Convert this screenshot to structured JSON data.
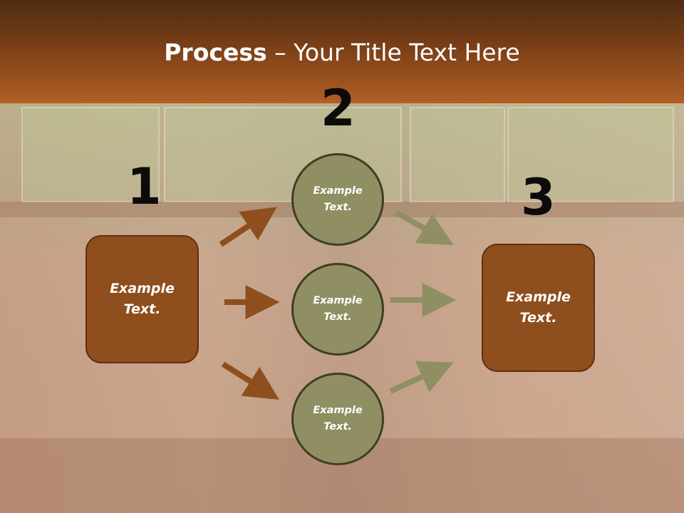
{
  "title": {
    "bold": "Process",
    "rest": " – Your Title Text Here"
  },
  "steps": {
    "n1": "1",
    "n2": "2",
    "n3": "3"
  },
  "left_box": {
    "text": "Example Text."
  },
  "circles": [
    {
      "text": "Example Text."
    },
    {
      "text": "Example Text."
    },
    {
      "text": "Example Text."
    }
  ],
  "right_box": {
    "text": "Example Text."
  },
  "colors": {
    "header_top": "#4f2b12",
    "header_bottom": "#b15f25",
    "box_fill": "#8e4e1d",
    "circle_fill": "#8f8f63",
    "arrow_brown": "#8e4e1d",
    "arrow_olive": "#8f8f63"
  }
}
